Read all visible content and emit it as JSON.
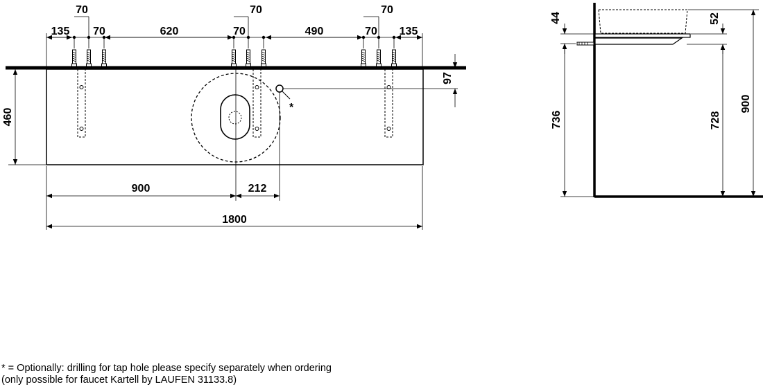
{
  "front_view": {
    "top_dims": [
      {
        "id": "d135-left",
        "value": "135"
      },
      {
        "id": "d70-a",
        "value": "70"
      },
      {
        "id": "d70-top-left",
        "value": "70"
      },
      {
        "id": "d620",
        "value": "620"
      },
      {
        "id": "d70-b",
        "value": "70"
      },
      {
        "id": "d70-top-mid",
        "value": "70"
      },
      {
        "id": "d490",
        "value": "490"
      },
      {
        "id": "d70-c",
        "value": "70"
      },
      {
        "id": "d70-top-right",
        "value": "70"
      },
      {
        "id": "d135-right",
        "value": "135"
      }
    ],
    "dim_97": "97",
    "dim_460": "460",
    "dim_900": "900",
    "dim_212": "212",
    "dim_1800": "1800",
    "asterisk": "*"
  },
  "side_view": {
    "dim_44": "44",
    "dim_52": "52",
    "dim_736": "736",
    "dim_728": "728",
    "dim_900": "900"
  },
  "footnote": {
    "line1": "* = Optionally: drilling for tap hole please specify separately when ordering",
    "line2": "(only possible for faucet Kartell by LAUFEN 31133.8)"
  }
}
